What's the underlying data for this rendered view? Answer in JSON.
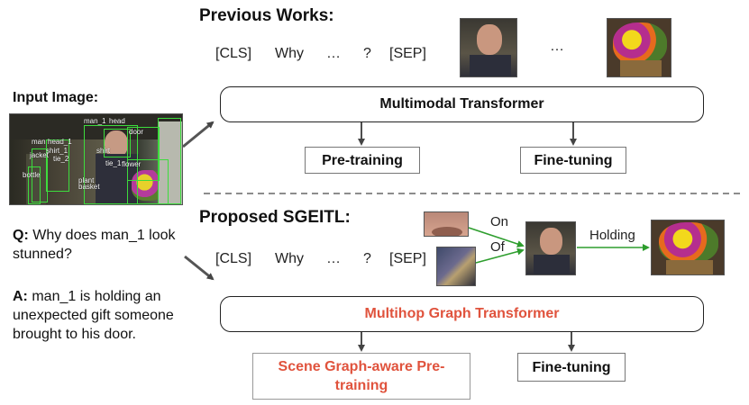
{
  "left": {
    "input_label": "Input Image:",
    "question_prefix": "Q:",
    "question_text": " Why does man_1 look stunned?",
    "answer_prefix": "A:",
    "answer_text": " man_1 is holding an unexpected gift someone brought to his door.",
    "detection_labels": [
      "man_1",
      "head",
      "door",
      "man",
      "head_1",
      "shirt",
      "shirt_1",
      "jacket",
      "tie_2",
      "tie_1",
      "flower",
      "bottle",
      "plant",
      "basket"
    ]
  },
  "previous": {
    "heading": "Previous Works:",
    "tokens": [
      "[CLS]",
      "Why",
      "…",
      "?",
      "[SEP]"
    ],
    "ellipsis": "…",
    "transformer": "Multimodal Transformer",
    "pretrain": "Pre-training",
    "finetune": "Fine-tuning"
  },
  "proposed": {
    "heading": "Proposed SGEITL:",
    "tokens": [
      "[CLS]",
      "Why",
      "…",
      "?",
      "[SEP]"
    ],
    "edge_on": "On",
    "edge_of": "Of",
    "edge_holding": "Holding",
    "transformer": "Multihop Graph Transformer",
    "pretrain": "Scene Graph-aware Pre-training",
    "finetune": "Fine-tuning"
  },
  "colors": {
    "accent_red": "#e0533d",
    "edge_green": "#2e9e2e",
    "detection_green": "#3ddc3d"
  }
}
